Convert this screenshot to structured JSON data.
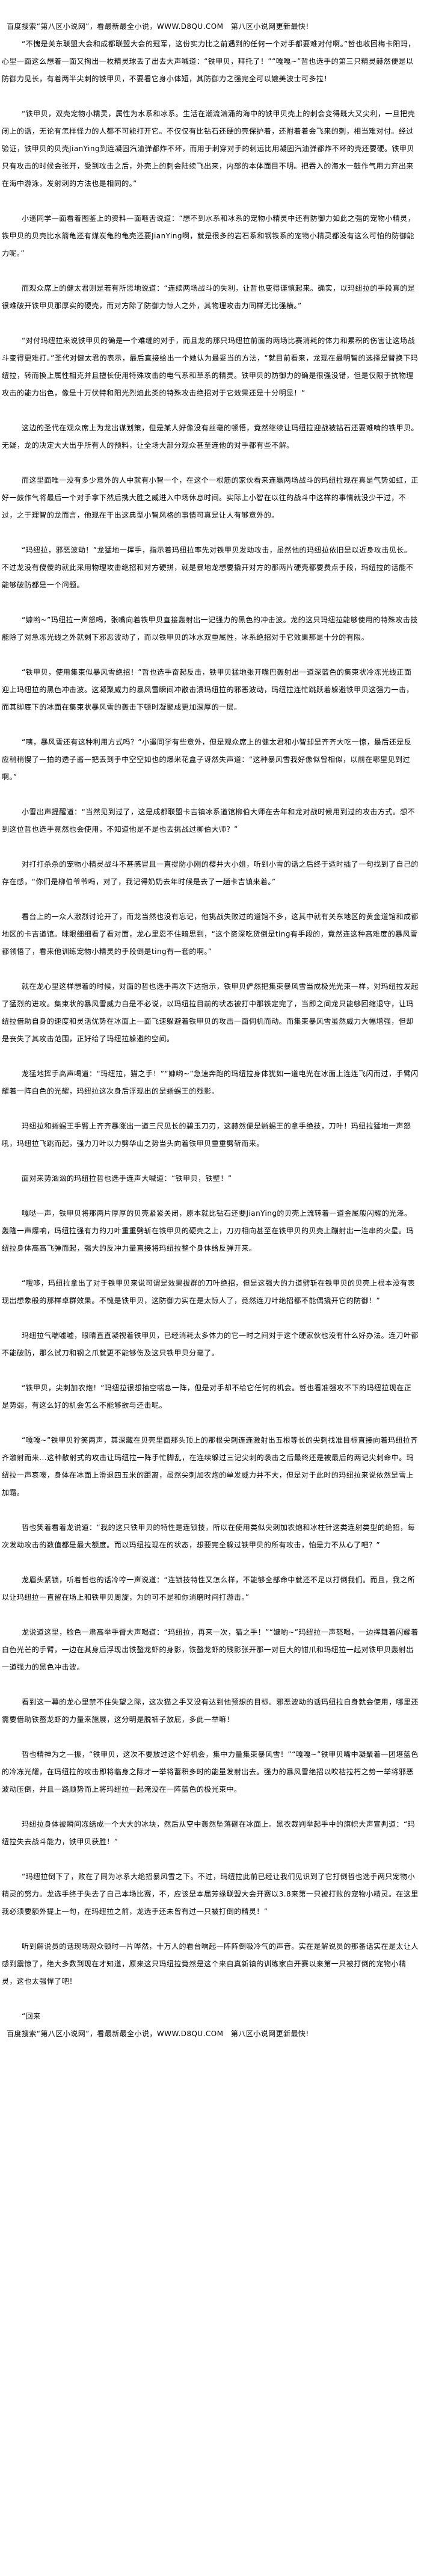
{
  "header_banner": "百度搜索“第八区小说网”，看最新最全小说，WWW.D8QU.COM　第八区小说网更新最快!",
  "paragraphs": [
    "“不愧是关东联盟大会和成都联盟大会的冠军，这份实力比之前遇到的任何一个对手都要难对付啊。”哲也收回梅卡阳玛，心里一面这么想着一面又掏出一枚精灵球丢了出去大声喊道：“铁甲贝，拜托了！”“嘎嘎~”哲也选手的第三只精灵赫然便是以防御力见长，有着两半尖刺的铁甲贝，不要看它身小体短，其防御力之强完全可以媲美波士可多拉！",
    "“铁甲贝，双壳宠物小精灵，属性为水系和冰系。生活在潮流汹涌的海中的铁甲贝壳上的刺会变得既大又尖利，一旦把壳闭上的话，无论有怎样怪力的人都不可能打开它。不仅仅有比钻石还硬的壳保护着，还附着着会飞来的刺，相当难对付。经过验证，铁甲贝的贝壳JianYing到连凝固汽油弹都炸不坏，而用于刺穿对手的刺远比用凝固汽油弹都炸不坏的壳还要硬。铁甲贝只有攻击的时候会张开，受到攻击之后，外壳上的刺会陆续飞出来，内部的本体面目不明。把吞入的海水一鼓作气用力弃出来在海中游泳，发射刺的方法也是相同的。”",
    "小遥同学一面看着图鉴上的资料一面咂舌说道：“想不到水系和冰系的宠物小精灵中还有防御力如此之强的宠物小精灵，铁甲贝的贝壳比水箭龟还有煤炭龟的龟壳还要JianYing啊，就是很多的岩石系和钢铁系的宠物小精灵都没有这么可怕的防御能力呢。”",
    "而观众席上的健太君则是若有所思地说道：“连续两场战斗的失利，让哲也变得谨慎起来。确实，以玛纽拉的手段真的是很难破开铁甲贝那厚实的硬壳，而对方除了防御力惊人之外，其物理攻击力同样无比强横。”",
    "“对付玛纽拉来说铁甲贝的确是一个难缠的对手，而且龙的那只玛纽拉前面的两场比赛消耗的体力和累积的伤害让这场战斗变得更难打。”圣代对健太君的表示，最后直接给出一个她认为最妥当的方法，“就目前看来，龙现在最明智的选择是替换下玛纽拉，转而换上属性相克并且擅长使用特殊攻击的电气系和草系的精灵。铁甲贝的防御力的确是很强没错，但是仅限于抗物理攻击的能力出色，像是十万伏特和阳光烈焰此类的特殊攻击绝招对于它效果还是十分明显！”",
    "这边的圣代在观众席上为龙出谋划策，但是某人好像没有丝毫的顿悟，竟然继续让玛纽拉迎战被钻石还要难啃的铁甲贝。无疑，龙的决定大大出乎所有人的预料，让全场大部分观众甚至连他的对手都有些不解。",
    "而这里面唯一没有多少意外的人中就有小智一个，在这个一根筋的家伙看来连赢两场战斗的玛纽拉现在真是气势如虹，正好一鼓作气将最后一个对手拿下然后携大胜之威进入中场休息时间。实际上小智在以往的战斗中这样的事情就没少干过，不过，之于理智的龙而言，他现在干出这典型小智风格的事情可真是让人有够意外的。",
    "“玛纽拉，邪恶波动！”龙猛地一挥手，指示着玛纽拉率先对铁甲贝发动攻击，虽然他的玛纽拉依旧是以近身攻击见长。不过龙没有傻傻的就此采用物理攻击绝招和对方硬拼，就是暴地龙想要撬开对方的那两片硬壳都要费点手段，玛纽拉的话能不能够破防都是一个问题。",
    "“嫝哟~”玛纽拉一声怒喝，张嘴向着铁甲贝直接轰射出一记强力的黑色的冲击波。龙的这只玛纽拉能够使用的特殊攻击技能除了对急冻光线之外就剩下邪恶波动了，而以铁甲贝的冰水双重属性，冰系绝招对于它效果那是十分的有限。",
    "“铁甲贝，使用集束似暴风雪绝招！”哲也选手奋起反击，铁甲贝猛地张开嘴巴轰射出一道深蓝色的集束状冷冻光线正面迎上玛纽拉的黑色冲击波。这凝聚威力的暴风雪瞬间冲散击溃玛纽拉的邪恶波动，玛纽拉连忙跳跃着躲避铁甲贝这强力一击，而其脚底下的冰面在集束状暴风雪的轰击下顿时凝聚成更加深厚的一层。",
    "“咦，暴风雪还有这种利用方式吗？”小遥同学有些意外，但是观众席上的健太君和小智却是齐齐大吃一惊，最后还是反应稍稍慢了一拍的透子酱一把丢到手中空空如也的爆米花盒子讶然失声道：“这种暴风雪我好像似曾相似，以前在哪里见到过啊。”",
    "小雪出声提醒道：“当然见到过了，这是成都联盟卡吉镇冰系道馆柳伯大师在去年和龙对战时候用到过的攻击方式。想不到这位哲也选手竟然也会使用，不知道他是不是也去挑战过柳伯大师？”",
    "对打打杀杀的宠物小精灵战斗不甚感冒且一直提防小刚的樱井大小姐，听到小雪的话之后终于适时插了一句找到了自己的存在感，“你们是柳伯爷爷吗，对了，我记得奶奶去年时候是去了一趟卡吉镇来着。”",
    "看台上的一众人激烈讨论开了，而龙当然也没有忘记，他挑战失败过的道馆不多，这其中就有关东地区的黄金道馆和成都地区的卡吉道馆。眯眼细细看了看对面，龙心里忍不住暗思到，“这个资深吃货倒是ting有手段的，竟然连这种高难度的暴风雪都领悟了，看来他训练宠物小精灵的手段倒是ting有一套的啊。”",
    "就在龙心里这样想着的时候，对面的哲也选手再次下达指示，铁甲贝俨然把集束暴风雪当成极光光束一样，对玛纽拉发起了猛烈的进攻。集束状的暴风雪威力自是不必说，以玛纽拉目前的状态被打中那铁定完了，当即之间龙只能够回缩退守，让玛纽拉借助自身的速度和灵活优势在冰面上一面飞速躲避着铁甲贝的攻击一面伺机而动。而集束暴风雪虽然威力大幅增强，但却是丧失了其攻击范围，正好给了玛纽拉躲避的空间。",
    "龙猛地挥手高声喝道：“玛纽拉，猫之手！”“嫝哟~”急速奔跑的玛纽拉身体犹如一道电光在冰面上连连飞闪而过，手臂闪耀着一阵白色的光耀，玛纽拉这次身后浮现出的是蜥蜴王的残影。",
    "玛纽拉和蜥蜴王手臂上齐齐暴涨出一道三尺见长的碧玉刀刃，这赫然便是蜥蜴王的拿手绝技，刀叶！玛纽拉猛地一声怒吼，玛纽拉飞跳而起，强力刀叶以力劈华山之势当头向着铁甲贝重重劈斩而来。",
    "面对来势汹汹的玛纽拉哲也选手连声大喊道：“铁甲贝，铁壁！”",
    "嘎哒一声，铁甲贝将那两片厚厚的贝壳紧紧关闭，原本就比钻石还要JianYing的贝壳上流转着一道金属般闪耀的光泽。轰隆一声爆响，玛纽拉强有力的刀叶重重劈斩在铁甲贝的硬壳之上，刀刃相向甚至在铁甲贝的贝壳上蹦射出一连串的火星。玛纽拉身体高高飞弹而起，强大的反冲力量直接将玛纽拉整个身体给反弹开来。",
    "“哦哆，玛纽拉拿出了对于铁甲贝来说可谓是效果拔群的刀叶绝招，但是这强大的力道劈斩在铁甲贝的贝壳上根本没有表现出想象般的那样卓群效果。不愧是铁甲贝，这防御力实在是太惊人了，竟然连刀叶绝招都不能偶撬开它的防御！”",
    "玛纽拉气喘嘘嘘，眼睛直直凝视着铁甲贝，已经消耗太多体力的它一时之间对于这个硬家伙也没有什么好办法。连刀叶都不能破防，那么试刀和钢之爪就更不能够伤及这只铁甲贝分毫了。",
    "“铁甲贝，尖刺加农炮！”玛纽拉很想抽空喘息一阵，但是对手却不给它任何的机会。哲也看准强攻不下的玛纽拉现在正是势弱，有这么好的机会怎么不能够欲与还击呢。",
    "“嘎嘎~”铁甲贝狞笑两声，其深藏在贝壳里面那头顶上的那根尖刺连连激射出五根等长的尖刺找准目标直接向着玛纽拉齐齐激射而来...这种散射式的攻击让玛纽拉一阵手忙脚乱，在连续躲过三记尖刺的袭击之后最终还是被最后的两记尖刺命中。玛纽拉一声哀嚎，身体在冰面上滑退四五米的距离，虽然尖刺加农炮的单发威力并不大，但是对于此时的玛纽拉来说依然是雪上加霜。",
    "哲也笑着看着龙说道：“我的这只铁甲贝的特性是连锁技，所以在使用类似尖刺加农炮和冰柱针这类连射类型的绝招，每次发动攻击的数值都是最大额度。而以玛纽拉现在的状态，想要完全躲过铁甲贝的所有攻击，怕是力不从心了吧？”",
    "龙眉头紧锁，听着哲也的话冷哼一声说道：“连锁技特性又怎么样，不能够全部命中就还不足以打倒我们。而且，我之所以让玛纽拉一直留在场上和铁甲贝周旋，为的可不是和你消磨时间打游击。”",
    "龙说道这里，脸色一肃高举手臂大声喝道：“玛纽拉，再来一次，猫之手！”“嫝哟~”玛纽拉一声怒喝，一边挥舞着闪耀着白色光芒的手臂，一边在其身后浮现出铁螯龙虾的身影，铁螯龙虾的残影张开那一对巨大的钳爪和玛纽拉一起对铁甲贝轰射出一道强力的黑色冲击波。",
    "看到这一幕的龙心里禁不住失望之际，这次猫之手又没有达到他预想的目标。邪恶波动的话玛纽拉自身就会使用，哪里还需要借助铁螯龙虾的力量来施展，这分明是脱裤子放屁，多此一举嘛！",
    "哲也精神为之一振，“铁甲贝，这次不要放过这个好机会，集中力量集束暴风雪！”“嘎嘎~”铁甲贝嘴中凝聚着一团堪蓝色的冷冻光耀，在玛纽拉的攻击即将临身之际才一举将蓄积多时的能量发射出去。强力的暴风雪绝招以吹枯拉朽之势一举将邪恶波动压倒，并且一路顺势而上将玛纽拉一起淹没在一阵蓝色的极光束中。",
    "玛纽拉身体被瞬间冻结成一个大大的冰块，然后从空中轰然坠落砸在冰面上。黑衣裁判举起手中的旗帜大声宣判道：“玛纽拉失去战斗能力，铁甲贝获胜！”",
    "“玛纽拉倒下了，败在了同为冰系大绝招暴风雪之下。不过，玛纽拉此前已经让我们见识到了它打倒哲也选手两只宠物小精灵的努力。龙选手终于失去了自己本场比赛，不，应该是本届芳缘联盟大会开赛以3.8来第一只被打败的宠物小精灵。在这里我必须要额外提上一句，在玛纽拉之前，龙选手还未曾有过一只被打倒的精灵！”",
    "听到解说员的话现场观众顿时一片哗然，十万人的看台响起一阵阵倒吸冷气的声音。实在是解说员的那番话实在是太让人感到震惊了，绝大多数到现在才知道，原来这只玛纽拉竟然是这个来自真新镇的训练家自开赛以来第一只被打倒的宠物小精灵，这也太强悍了吧！",
    "“回来"
  ],
  "footer_banner": "百度搜索“第八区小说网”，看最新最全小说，WWW.D8QU.COM　第八区小说网更新最快!"
}
